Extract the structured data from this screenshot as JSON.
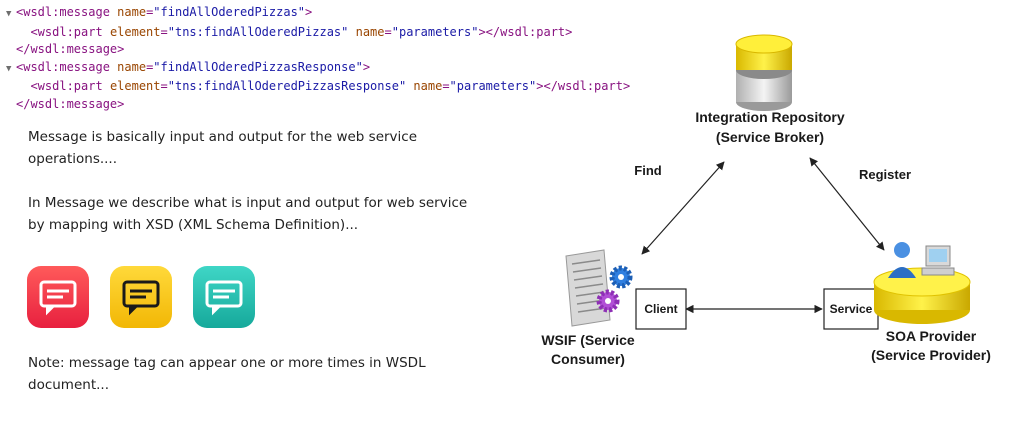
{
  "xml": {
    "lines": [
      {
        "toggle": true,
        "indent": 0,
        "tag": "wsdl:message",
        "attrs": [
          {
            "name": "name",
            "value": "findAllOderedPizzas"
          }
        ],
        "close": false,
        "suffix": ">"
      },
      {
        "toggle": false,
        "indent": 2,
        "tag": "wsdl:part",
        "attrs": [
          {
            "name": "element",
            "value": "tns:findAllOderedPizzas"
          },
          {
            "name": "name",
            "value": "parameters"
          }
        ],
        "close": false,
        "suffix": "></wsdl:part>"
      },
      {
        "toggle": false,
        "indent": 0,
        "tag": "",
        "attrs": [],
        "close": true,
        "suffix": "</wsdl:message>"
      },
      {
        "toggle": true,
        "indent": 0,
        "tag": "wsdl:message",
        "attrs": [
          {
            "name": "name",
            "value": "findAllOderedPizzasResponse"
          }
        ],
        "close": false,
        "suffix": ">"
      },
      {
        "toggle": false,
        "indent": 2,
        "tag": "wsdl:part",
        "attrs": [
          {
            "name": "element",
            "value": "tns:findAllOderedPizzasResponse"
          },
          {
            "name": "name",
            "value": "parameters"
          }
        ],
        "close": false,
        "suffix": "></wsdl:part>"
      },
      {
        "toggle": false,
        "indent": 0,
        "tag": "",
        "attrs": [],
        "close": true,
        "suffix": "</wsdl:message>"
      }
    ]
  },
  "notes": {
    "p1": "Message is basically input and output for the web service operations....",
    "p2": "In Message we describe what is input and output for web service by mapping with XSD (XML Schema Definition)...",
    "p3": "Note: message tag can appear one or more times in WSDL document..."
  },
  "icons": [
    {
      "name": "chat-icon-red",
      "color": "#f0394a"
    },
    {
      "name": "chat-icon-yellow",
      "color": "#f5c518"
    },
    {
      "name": "chat-icon-teal",
      "color": "#1fbfb0"
    }
  ],
  "diagram": {
    "repository_title": "Integration Repository",
    "repository_sub": "(Service Broker)",
    "find": "Find",
    "register": "Register",
    "client": "Client",
    "service": "Service",
    "consumer_1": "WSIF (Service",
    "consumer_2": "Consumer)",
    "provider_1": "SOA Provider",
    "provider_2": "(Service Provider)"
  }
}
